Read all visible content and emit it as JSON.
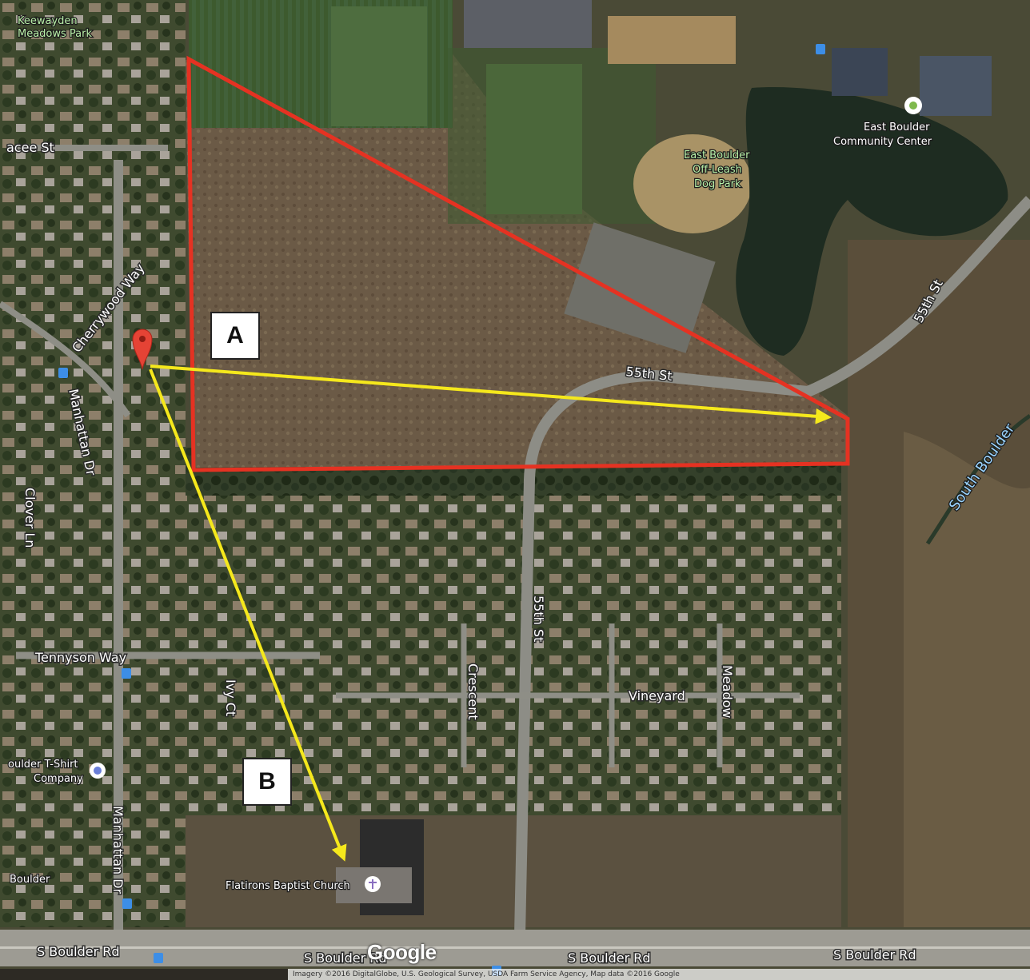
{
  "map": {
    "type": "satellite",
    "provider_logo": "Google",
    "attribution": "Imagery ©2016 DigitalGlobe, U.S. Geological Survey, USDA Farm Service Agency, Map data ©2016 Google",
    "callouts": [
      {
        "id": "A",
        "label": "A"
      },
      {
        "id": "B",
        "label": "B"
      }
    ],
    "outline_color": "#e53222",
    "arrow_color": "#f5e81c",
    "pin_color": "#e54335",
    "places": [
      {
        "id": "keewayden",
        "label_lines": [
          "Keewayden",
          "Meadows Park"
        ],
        "kind": "park"
      },
      {
        "id": "dogpark",
        "label_lines": [
          "East Boulder",
          "Off-Leash",
          "Dog Park"
        ],
        "kind": "park"
      },
      {
        "id": "community",
        "label_lines": [
          "East Boulder",
          "Community Center"
        ],
        "kind": "place"
      },
      {
        "id": "tshirt",
        "label_lines": [
          "oulder T-Shirt",
          "Company"
        ],
        "kind": "place"
      },
      {
        "id": "church",
        "label_lines": [
          "Flatirons Baptist Church"
        ],
        "kind": "place"
      },
      {
        "id": "boulder-left",
        "label_lines": [
          "Boulder"
        ],
        "kind": "place"
      }
    ],
    "roads": [
      {
        "id": "55th-upper",
        "label": "55th St"
      },
      {
        "id": "55th-right",
        "label": "55th St"
      },
      {
        "id": "55th-vertical",
        "label": "55th St"
      },
      {
        "id": "s-boulder-rd-1",
        "label": "S Boulder Rd"
      },
      {
        "id": "s-boulder-rd-2",
        "label": "S Boulder Rd"
      },
      {
        "id": "s-boulder-rd-3",
        "label": "S Boulder Rd"
      },
      {
        "id": "s-boulder-rd-4",
        "label": "S Boulder Rd"
      },
      {
        "id": "manhattan-1",
        "label": "Manhattan Dr"
      },
      {
        "id": "manhattan-2",
        "label": "Manhattan Dr"
      },
      {
        "id": "cherrywood",
        "label": "Cherrywood Way"
      },
      {
        "id": "tennyson",
        "label": "Tennyson Way"
      },
      {
        "id": "cree-st",
        "label": "acee St"
      },
      {
        "id": "ivy-ct",
        "label": "Ivy Ct"
      },
      {
        "id": "crescent",
        "label": "Crescent"
      },
      {
        "id": "vineyard",
        "label": "Vineyard"
      },
      {
        "id": "meadow",
        "label": "Meadow"
      },
      {
        "id": "clover-ln",
        "label": "Clover Ln"
      },
      {
        "id": "south-boulder-creek",
        "label": "South Boulder"
      }
    ]
  }
}
